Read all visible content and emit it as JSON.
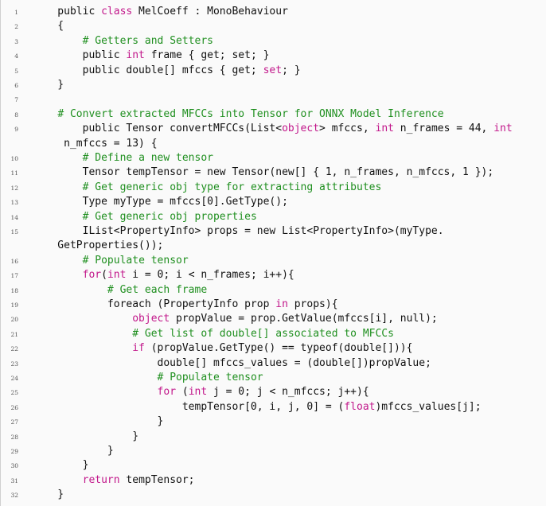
{
  "listing": {
    "lines": [
      {
        "n": "1",
        "parts": [
          {
            "t": "    public "
          },
          {
            "t": "class",
            "c": "kw"
          },
          {
            "t": " MelCoeff : MonoBehaviour"
          }
        ]
      },
      {
        "n": "2",
        "parts": [
          {
            "t": "    {"
          }
        ]
      },
      {
        "n": "3",
        "parts": [
          {
            "t": "        "
          },
          {
            "t": "# Getters and Setters",
            "c": "cm"
          }
        ]
      },
      {
        "n": "4",
        "parts": [
          {
            "t": "        public "
          },
          {
            "t": "int",
            "c": "kw"
          },
          {
            "t": " frame { get; set; }"
          }
        ]
      },
      {
        "n": "5",
        "parts": [
          {
            "t": "        public double[] mfccs { get; "
          },
          {
            "t": "set",
            "c": "kw"
          },
          {
            "t": "; }"
          }
        ]
      },
      {
        "n": "6",
        "parts": [
          {
            "t": "    }"
          }
        ]
      },
      {
        "n": "7",
        "parts": []
      },
      {
        "n": "8",
        "parts": [
          {
            "t": "    "
          },
          {
            "t": "# Convert extracted MFCCs into Tensor for ONNX Model Inference",
            "c": "cm"
          }
        ]
      },
      {
        "n": "9",
        "parts": [
          {
            "t": "        public Tensor convertMFCCs(List<"
          },
          {
            "t": "object",
            "c": "kw"
          },
          {
            "t": "> mfccs, "
          },
          {
            "t": "int",
            "c": "kw"
          },
          {
            "t": " n_frames = 44, "
          },
          {
            "t": "int",
            "c": "kw"
          }
        ]
      },
      {
        "n": "",
        "parts": [
          {
            "t": "     n_mfccs = 13) {"
          }
        ]
      },
      {
        "n": "10",
        "parts": [
          {
            "t": "        "
          },
          {
            "t": "# Define a new tensor",
            "c": "cm"
          }
        ]
      },
      {
        "n": "11",
        "parts": [
          {
            "t": "        Tensor tempTensor = new Tensor(new[] { 1, n_frames, n_mfccs, 1 });"
          }
        ]
      },
      {
        "n": "12",
        "parts": [
          {
            "t": "        "
          },
          {
            "t": "# Get generic obj type for extracting attributes",
            "c": "cm"
          }
        ]
      },
      {
        "n": "13",
        "parts": [
          {
            "t": "        Type myType = mfccs[0].GetType();"
          }
        ]
      },
      {
        "n": "14",
        "parts": [
          {
            "t": "        "
          },
          {
            "t": "# Get generic obj properties",
            "c": "cm"
          }
        ]
      },
      {
        "n": "15",
        "parts": [
          {
            "t": "        IList<PropertyInfo> props = new List<PropertyInfo>(myType."
          }
        ]
      },
      {
        "n": "",
        "parts": [
          {
            "t": "    GetProperties());"
          }
        ]
      },
      {
        "n": "16",
        "parts": [
          {
            "t": "        "
          },
          {
            "t": "# Populate tensor",
            "c": "cm"
          }
        ]
      },
      {
        "n": "17",
        "parts": [
          {
            "t": "        "
          },
          {
            "t": "for",
            "c": "kw"
          },
          {
            "t": "("
          },
          {
            "t": "int",
            "c": "kw"
          },
          {
            "t": " i = 0; i < n_frames; i++){"
          }
        ]
      },
      {
        "n": "18",
        "parts": [
          {
            "t": "            "
          },
          {
            "t": "# Get each frame",
            "c": "cm"
          }
        ]
      },
      {
        "n": "19",
        "parts": [
          {
            "t": "            foreach (PropertyInfo prop "
          },
          {
            "t": "in",
            "c": "kw"
          },
          {
            "t": " props){"
          }
        ]
      },
      {
        "n": "20",
        "parts": [
          {
            "t": "                "
          },
          {
            "t": "object",
            "c": "kw"
          },
          {
            "t": " propValue = prop.GetValue(mfccs[i], null);"
          }
        ]
      },
      {
        "n": "21",
        "parts": [
          {
            "t": "                "
          },
          {
            "t": "# Get list of double[] associated to MFCCs",
            "c": "cm"
          }
        ]
      },
      {
        "n": "22",
        "parts": [
          {
            "t": "                "
          },
          {
            "t": "if",
            "c": "kw"
          },
          {
            "t": " (propValue.GetType() == typeof(double[])){"
          }
        ]
      },
      {
        "n": "23",
        "parts": [
          {
            "t": "                    double[] mfccs_values = (double[])propValue;"
          }
        ]
      },
      {
        "n": "24",
        "parts": [
          {
            "t": "                    "
          },
          {
            "t": "# Populate tensor",
            "c": "cm"
          }
        ]
      },
      {
        "n": "25",
        "parts": [
          {
            "t": "                    "
          },
          {
            "t": "for",
            "c": "kw"
          },
          {
            "t": " ("
          },
          {
            "t": "int",
            "c": "kw"
          },
          {
            "t": " j = 0; j < n_mfccs; j++){"
          }
        ]
      },
      {
        "n": "26",
        "parts": [
          {
            "t": "                        tempTensor[0, i, j, 0] = ("
          },
          {
            "t": "float",
            "c": "kw"
          },
          {
            "t": ")mfccs_values[j];"
          }
        ]
      },
      {
        "n": "27",
        "parts": [
          {
            "t": "                    }"
          }
        ]
      },
      {
        "n": "28",
        "parts": [
          {
            "t": "                }"
          }
        ]
      },
      {
        "n": "29",
        "parts": [
          {
            "t": "            }"
          }
        ]
      },
      {
        "n": "30",
        "parts": [
          {
            "t": "        }"
          }
        ]
      },
      {
        "n": "31",
        "parts": [
          {
            "t": "        "
          },
          {
            "t": "return",
            "c": "kw"
          },
          {
            "t": " tempTensor;"
          }
        ]
      },
      {
        "n": "32",
        "parts": [
          {
            "t": "    }"
          }
        ]
      }
    ],
    "colors": {
      "keyword": "#c2188b",
      "comment": "#1f8f1f",
      "text": "#111111",
      "line_number": "#555555",
      "background": "#fafafa"
    }
  }
}
